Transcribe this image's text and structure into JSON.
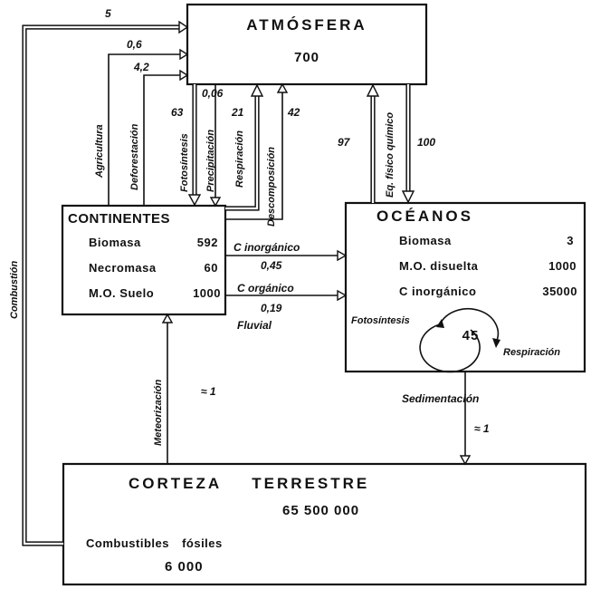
{
  "atmosphere": {
    "title": "ATMÓSFERA",
    "value": "700"
  },
  "continents": {
    "title": "CONTINENTES",
    "rows": [
      {
        "label": "Biomasa",
        "value": "592"
      },
      {
        "label": "Necromasa",
        "value": "60"
      },
      {
        "label": "M.O. Suelo",
        "value": "1000"
      }
    ]
  },
  "oceans": {
    "title": "OCÉANOS",
    "rows": [
      {
        "label": "Biomasa",
        "value": "3"
      },
      {
        "label": "M.O. disuelta",
        "value": "1000"
      },
      {
        "label": "C inorgánico",
        "value": "35000"
      }
    ],
    "cycle": {
      "value": "45",
      "left_label": "Fotosíntesis",
      "right_label": "Respiración"
    }
  },
  "crust": {
    "title": "CORTEZA TERRESTRE",
    "value": "65 500 000",
    "fossil_label": "Combustibles fósiles",
    "fossil_value": "6 000"
  },
  "fluxes": {
    "combustion": {
      "label": "Combustión",
      "value": "5"
    },
    "agriculture": {
      "label": "Agricultura",
      "value": "0,6"
    },
    "deforestation": {
      "label": "Deforestación",
      "value": "4,2"
    },
    "photosynthesis": {
      "label": "Fotosíntesis",
      "value": "63"
    },
    "precipitation": {
      "label": "Precipitación",
      "value": "0,06"
    },
    "respiration": {
      "label": "Respiración",
      "value": "21"
    },
    "decomposition": {
      "label": "Descomposición",
      "value": "42"
    },
    "ocean_up": {
      "value": "97"
    },
    "physchem": {
      "label": "Eq. físico químico"
    },
    "ocean_down": {
      "value": "100"
    },
    "inorganic": {
      "label": "C inorgánico",
      "value": "0,45"
    },
    "organic": {
      "label": "C orgánico",
      "value": "0,19"
    },
    "fluvial": {
      "label": "Fluvial"
    },
    "weathering": {
      "label": "Meteorización",
      "value": "≈ 1"
    },
    "sedimentation": {
      "label": "Sedimentación",
      "value": "≈ 1"
    }
  }
}
